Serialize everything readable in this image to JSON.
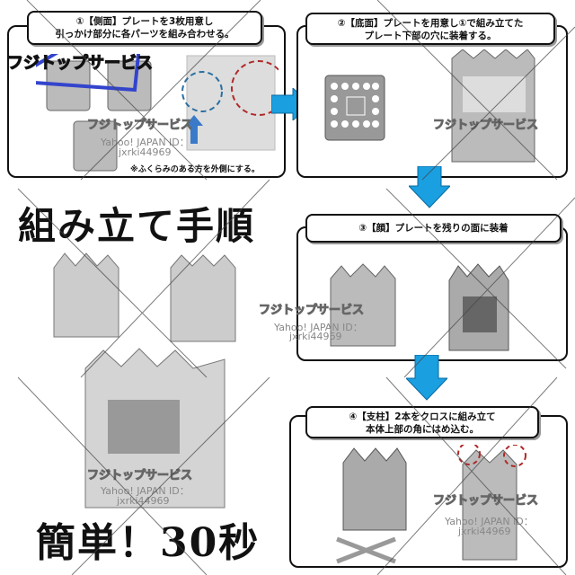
{
  "steps": [
    {
      "line1": "①【側面】プレートを3枚用意し",
      "line2": "引っかけ部分に各パーツを組み合わせる。",
      "note": "※ふくらみのある方を外側にする。"
    },
    {
      "line1": "②【底面】プレートを用意し①で組み立てた",
      "line2": "プレート下部の穴に装着する。"
    },
    {
      "line1": "③【顔】プレートを残りの面に装着"
    },
    {
      "line1": "④【支柱】2本をクロスに組み立て",
      "line2": "本体上部の角にはめ込む。"
    }
  ],
  "title": "組み立て手順",
  "tagline": "簡単！30秒",
  "brand": "フジトップサービス",
  "watermark": {
    "brand": "フジトップサービス",
    "id_label": "Yahoo! JAPAN ID：",
    "id": "jxrki44969"
  },
  "colors": {
    "arrow": "#1a9fe0",
    "circle_red": "#b02a2a",
    "circle_blue": "#2a6fa0"
  }
}
